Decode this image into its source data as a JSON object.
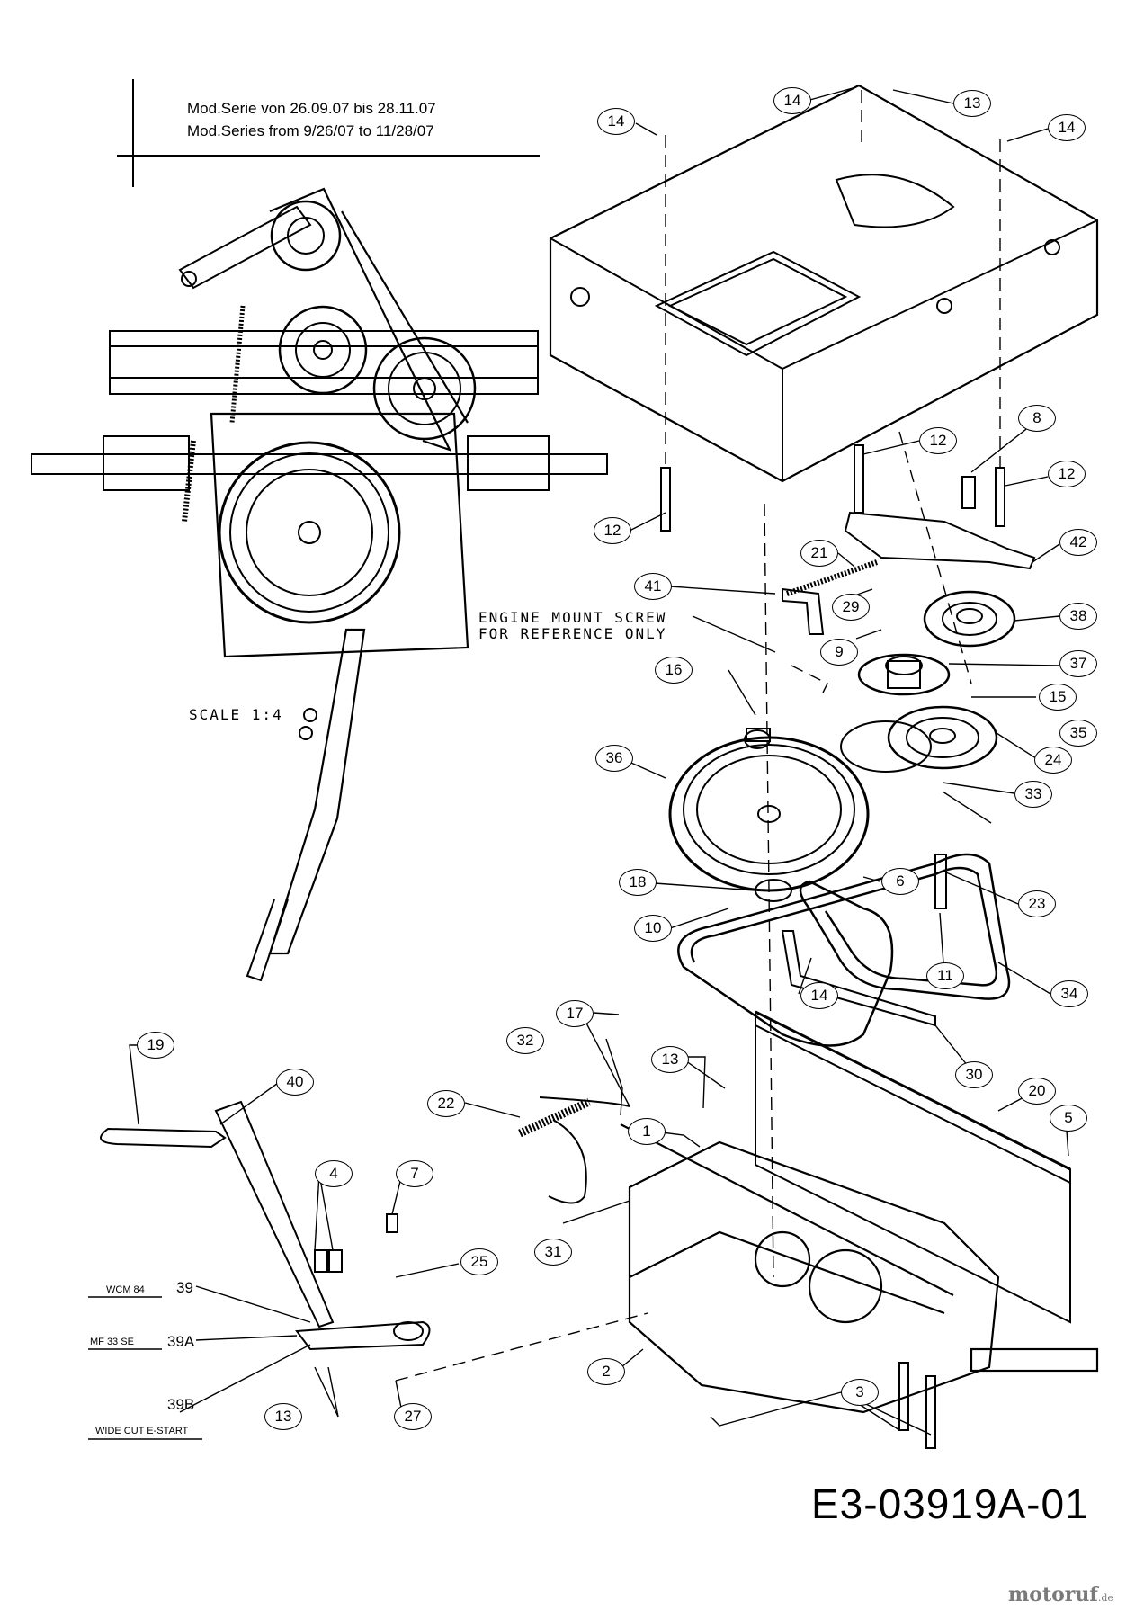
{
  "header": {
    "line_de": "Mod.Serie von  26.09.07 bis  28.11.07",
    "line_en": "Mod.Series from 9/26/07  to  11/28/07"
  },
  "notes": {
    "engine_mount_1": "ENGINE MOUNT SCREW",
    "engine_mount_2": "FOR REFERENCE ONLY",
    "scale": "SCALE 1:4"
  },
  "variants": [
    {
      "label": "WCM 84",
      "part": "39"
    },
    {
      "label": "MF 33 SE",
      "part": "39A"
    },
    {
      "label": "WIDE CUT E-START",
      "part": "39B"
    }
  ],
  "callouts": [
    {
      "id": "c14a",
      "text": "14"
    },
    {
      "id": "c13a",
      "text": "13"
    },
    {
      "id": "c14b",
      "text": "14"
    },
    {
      "id": "c14c",
      "text": "14"
    },
    {
      "id": "c8",
      "text": "8"
    },
    {
      "id": "c12a",
      "text": "12"
    },
    {
      "id": "c12b",
      "text": "12"
    },
    {
      "id": "c12c",
      "text": "12"
    },
    {
      "id": "c42",
      "text": "42"
    },
    {
      "id": "c21",
      "text": "21"
    },
    {
      "id": "c41",
      "text": "41"
    },
    {
      "id": "c29",
      "text": "29"
    },
    {
      "id": "c38",
      "text": "38"
    },
    {
      "id": "c9",
      "text": "9"
    },
    {
      "id": "c37",
      "text": "37"
    },
    {
      "id": "c16",
      "text": "16"
    },
    {
      "id": "c15",
      "text": "15"
    },
    {
      "id": "c35",
      "text": "35"
    },
    {
      "id": "c36",
      "text": "36"
    },
    {
      "id": "c24",
      "text": "24"
    },
    {
      "id": "c33",
      "text": "33"
    },
    {
      "id": "c18",
      "text": "18"
    },
    {
      "id": "c6",
      "text": "6"
    },
    {
      "id": "c23",
      "text": "23"
    },
    {
      "id": "c10",
      "text": "10"
    },
    {
      "id": "c11",
      "text": "11"
    },
    {
      "id": "c34",
      "text": "34"
    },
    {
      "id": "c14d",
      "text": "14"
    },
    {
      "id": "c30",
      "text": "30"
    },
    {
      "id": "c19",
      "text": "19"
    },
    {
      "id": "c40",
      "text": "40"
    },
    {
      "id": "c17",
      "text": "17"
    },
    {
      "id": "c32",
      "text": "32"
    },
    {
      "id": "c13b",
      "text": "13"
    },
    {
      "id": "c20",
      "text": "20"
    },
    {
      "id": "c22",
      "text": "22"
    },
    {
      "id": "c1",
      "text": "1"
    },
    {
      "id": "c5",
      "text": "5"
    },
    {
      "id": "c4",
      "text": "4"
    },
    {
      "id": "c7",
      "text": "7"
    },
    {
      "id": "c25",
      "text": "25"
    },
    {
      "id": "c31",
      "text": "31"
    },
    {
      "id": "c2",
      "text": "2"
    },
    {
      "id": "c3",
      "text": "3"
    },
    {
      "id": "c13c",
      "text": "13"
    },
    {
      "id": "c27",
      "text": "27"
    }
  ],
  "drawing_number": "E3-03919A-01",
  "watermark": {
    "brand": "motoruf",
    "tld": ".de"
  }
}
